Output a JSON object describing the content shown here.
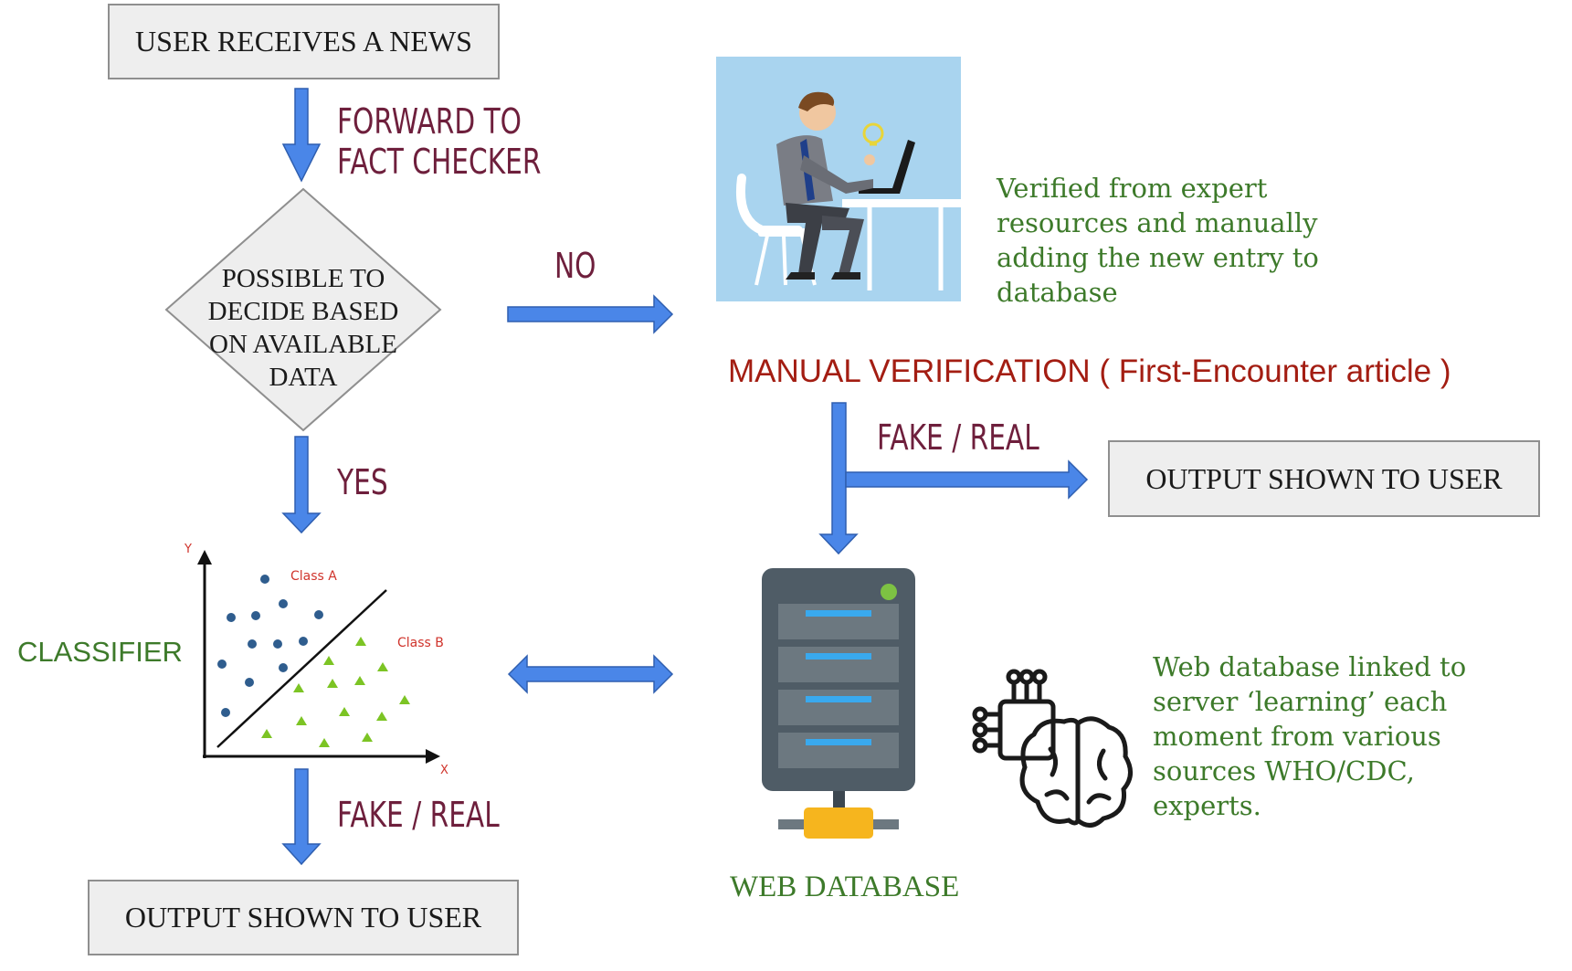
{
  "flow": {
    "start_box": "USER RECEIVES A NEWS",
    "forward_label_line1": "FORWARD TO",
    "forward_label_line2": "FACT CHECKER",
    "decision_line1": "POSSIBLE TO",
    "decision_line2": "DECIDE BASED",
    "decision_line3": "ON AVAILABLE",
    "decision_line4": "DATA",
    "no_label": "NO",
    "yes_label": "YES",
    "classifier_label": "CLASSIFIER",
    "fake_real_left": "FAKE / REAL",
    "output_left": "OUTPUT SHOWN TO USER",
    "manual_verification": "MANUAL VERIFICATION ( First-Encounter article )",
    "fake_real_right": "FAKE / REAL",
    "output_right": "OUTPUT SHOWN TO USER",
    "web_database": "WEB DATABASE"
  },
  "descriptions": {
    "expert_line1": "Verified from expert",
    "expert_line2": "resources  and manually",
    "expert_line3": "adding the new entry to",
    "expert_line4": "database",
    "web_line1": "Web database linked to",
    "web_line2": "server ‘learning’ each",
    "web_line3": "moment from various",
    "web_line4": "sources WHO/CDC,",
    "web_line5": "experts."
  },
  "scatter": {
    "class_a_label": "Class A",
    "class_b_label": "Class B",
    "x_axis_label": "X",
    "y_axis_label": "Y"
  },
  "colors": {
    "arrow_blue": "#4a86e8",
    "arrow_outline": "#2f5fb0",
    "maroon_text": "#6e1f3c",
    "green_text": "#3d7a2a",
    "red_title": "#a31d12",
    "class_a_dot": "#2f5d8e",
    "class_b_triangle": "#7cc424"
  },
  "icons": [
    "person-at-laptop-illustration",
    "server-icon",
    "ai-brain-chip-icon"
  ]
}
